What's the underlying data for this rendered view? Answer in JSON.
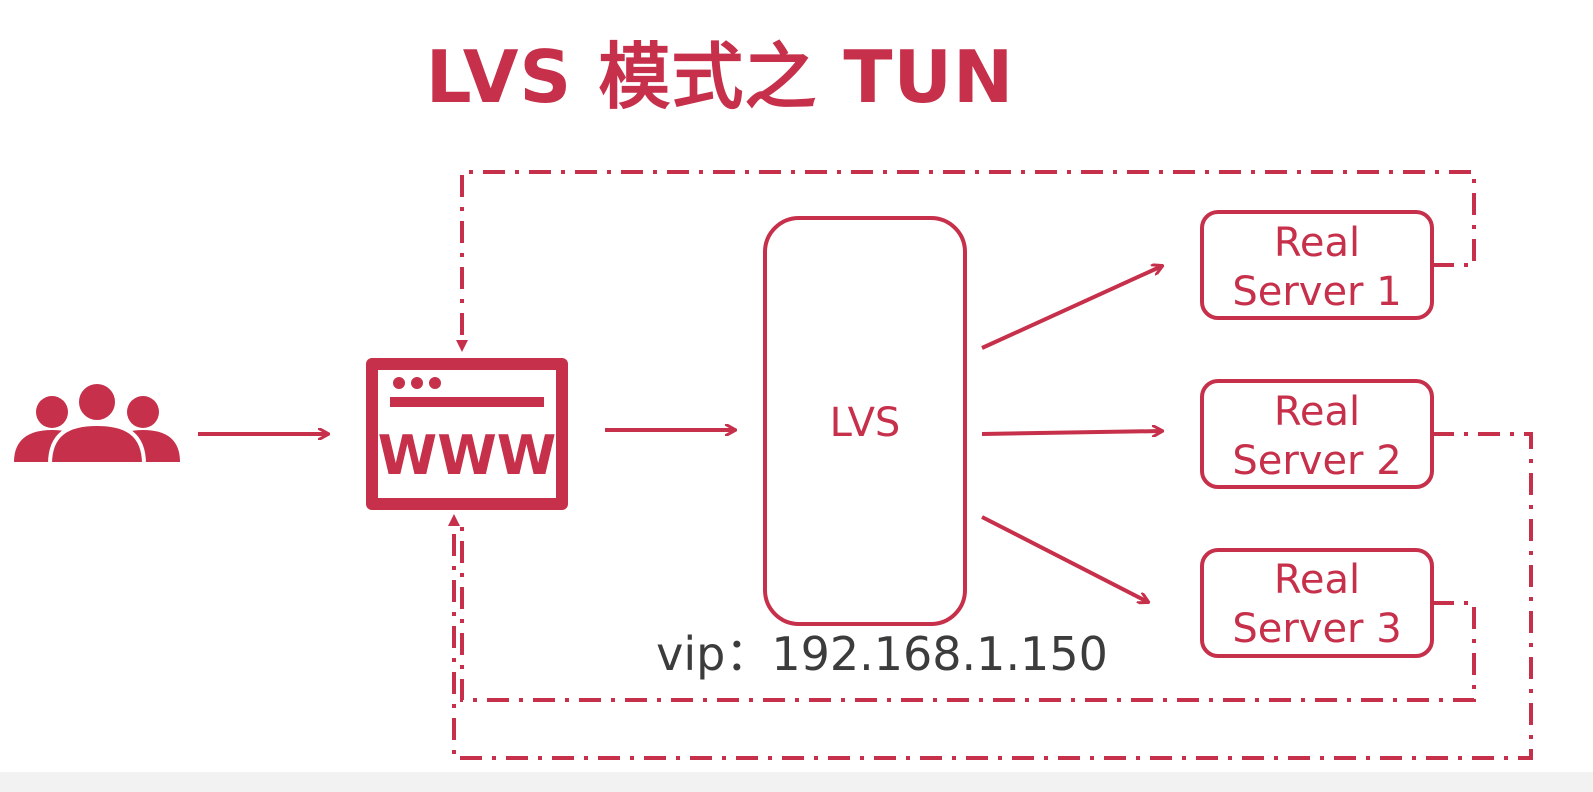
{
  "title": "LVS 模式之 TUN",
  "lvs_label": "LVS",
  "vip_label": "vip：192.168.1.150",
  "www_label": "WWW",
  "servers": [
    {
      "line1": "Real",
      "line2": "Server 1"
    },
    {
      "line1": "Real",
      "line2": "Server 2"
    },
    {
      "line1": "Real",
      "line2": "Server 3"
    }
  ],
  "colors": {
    "accent": "#c6304a",
    "text": "#3c3c3c"
  },
  "icons": {
    "users": "users-group-icon",
    "browser": "browser-window-icon"
  }
}
